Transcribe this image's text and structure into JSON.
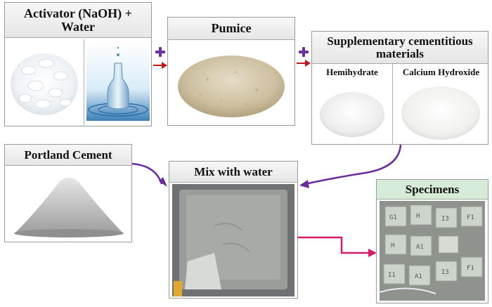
{
  "boxes": {
    "activator": {
      "title": "Activator (NaOH) + Water"
    },
    "pumice": {
      "title": "Pumice"
    },
    "scm": {
      "title": "Supplementary cementitious materials",
      "items": [
        "Hemihydrate",
        "Calcium Hydroxide"
      ]
    },
    "portland": {
      "title": "Portland Cement"
    },
    "mix": {
      "title": "Mix with water"
    },
    "specimens": {
      "title": "Specimens",
      "cube_labels": [
        "G1",
        "H",
        "I3",
        "F1",
        "H",
        "A1",
        "I1",
        "A1",
        "I3",
        "F1"
      ]
    }
  },
  "colors": {
    "plus": "#6b2fa0",
    "arrow_red": "#c0161b",
    "arrow_purple": "#6a2a9c",
    "arrow_pink": "#d81b6a",
    "specimens_header": "#d6ecd9"
  },
  "icons": [
    "plus-icon",
    "arrow-right-icon"
  ]
}
